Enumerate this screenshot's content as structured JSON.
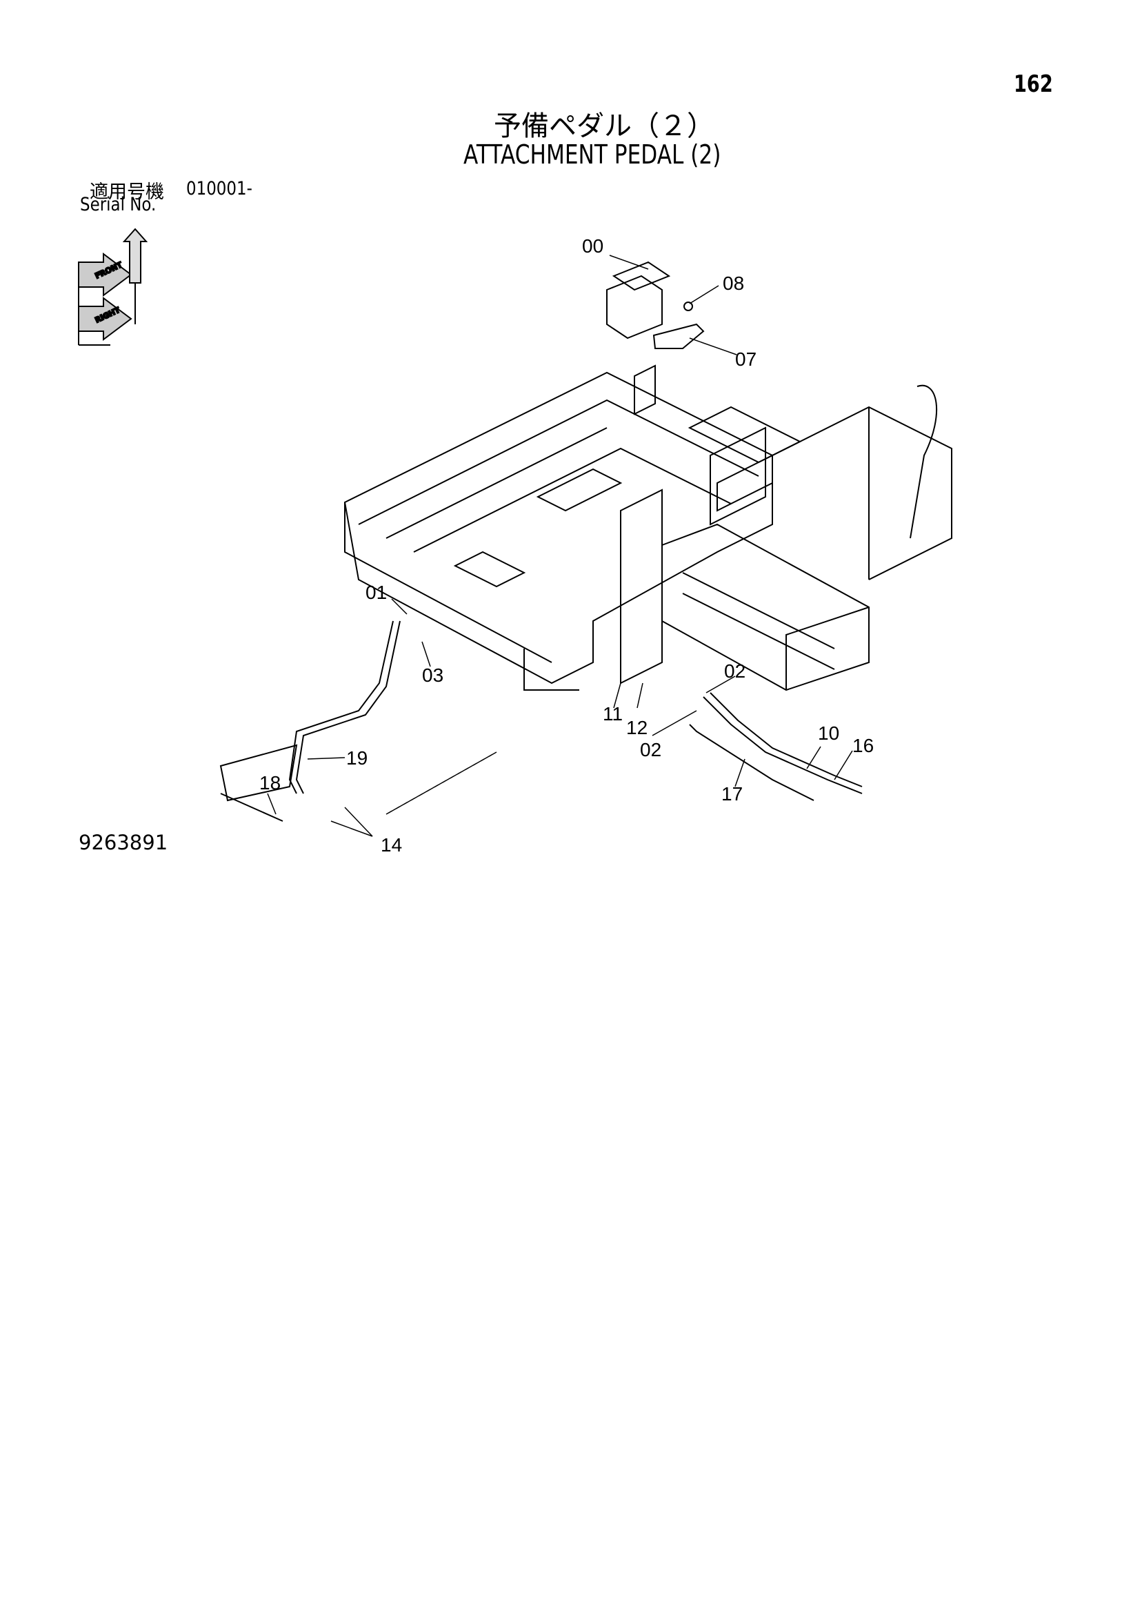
{
  "header": {
    "page_number": "162",
    "title_ja": "予備ペダル（２）",
    "title_en": "ATTACHMENT PEDAL (2)",
    "serial_label_ja": "適用号機",
    "serial_range": "010001-",
    "serial_label_en": "Serial No."
  },
  "orientation_icon": {
    "front_label": "FRONT",
    "right_label": "RIGHT"
  },
  "callouts": [
    "00",
    "08",
    "07",
    "01",
    "03",
    "02",
    "02",
    "11",
    "12",
    "10",
    "16",
    "17",
    "19",
    "18",
    "14"
  ],
  "footer": {
    "drawing_number": "9263891"
  }
}
